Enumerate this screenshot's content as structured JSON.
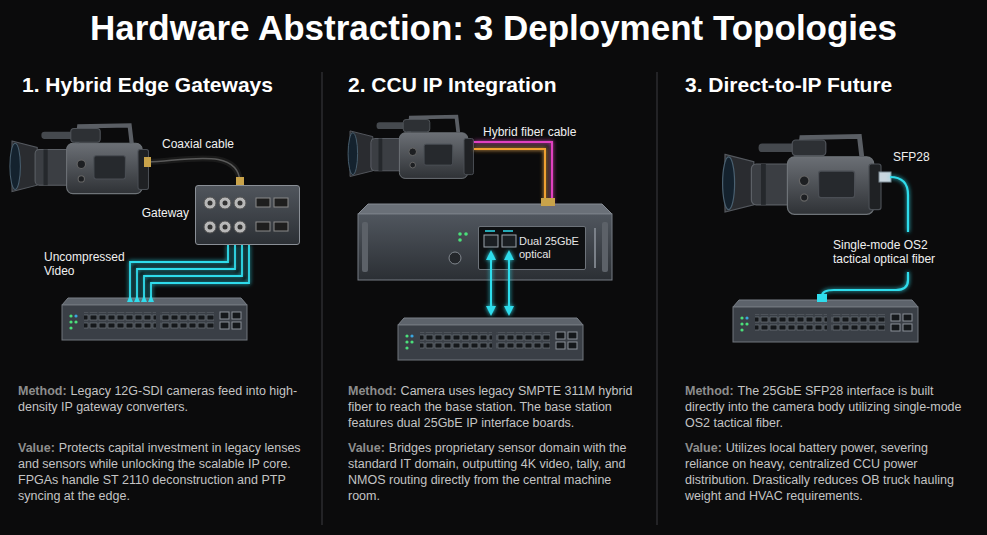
{
  "diagram": {
    "title": "Hardware Abstraction: 3 Deployment Topologies",
    "nodes": [
      {
        "text": [
          "Gateway"
        ]
      },
      {
        "text": [
          "Dual 25GbE optical"
        ]
      }
    ],
    "labels": [
      "1. Hybrid Edge Gateways",
      "Coaxial cable",
      "Uncompressed Video",
      "Method:",
      "Legacy 12G-SDI cameras feed into high-density IP gateway converters.",
      "Value:",
      "Protects capital investment in legacy lenses and sensors while unlocking the scalable IP core. FPGAs handle ST 2110 deconstruction and PTP syncing at the edge.",
      "2. CCU IP Integration",
      "Hybrid fiber cable",
      "Method:",
      "Camera uses legacy SMPTE 311M hybrid fiber to reach the base station. The base station features dual 25GbE IP interface boards.",
      "Value:",
      "Bridges proprietary sensor domain with the standard IT domain, outputting 4K video, tally, and NMOS routing directly from the central machine room.",
      "3. Direct-to-IP Future",
      "SFP28",
      "Single-mode OS2 tactical optical fiber",
      "Method:",
      "The 25GbE SFP28 interface is built directly into the camera body utilizing single-mode OS2 tactical fiber.",
      "Value:",
      "Utilizes local battery power, severing reliance on heavy, centralized CCU power distribution. Drastically reduces OB truck hauling weight and HVAC requirements."
    ]
  }
}
